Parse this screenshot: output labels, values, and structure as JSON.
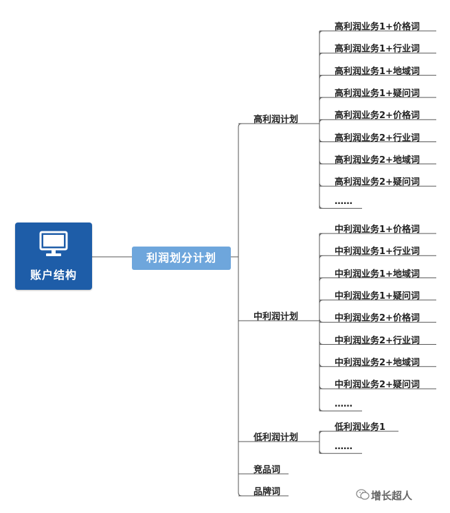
{
  "root": {
    "label": "账户结构",
    "icon": "monitor-icon",
    "color": "#1e5da8"
  },
  "center": {
    "label": "利润划分计划",
    "color": "#6ea6dc"
  },
  "branches": [
    {
      "label": "高利润计划",
      "children": [
        "高利润业务1+价格词",
        "高利润业务1+行业词",
        "高利润业务1+地域词",
        "高利润业务1+疑问词",
        "高利润业务2+价格词",
        "高利润业务2+行业词",
        "高利润业务2+地域词",
        "高利润业务2+疑问词",
        "……"
      ]
    },
    {
      "label": "中利润计划",
      "children": [
        "中利润业务1+价格词",
        "中利润业务1+行业词",
        "中利润业务1+地域词",
        "中利润业务1+疑问词",
        "中利润业务2+价格词",
        "中利润业务2+行业词",
        "中利润业务2+地域词",
        "中利润业务2+疑问词",
        "……"
      ]
    },
    {
      "label": "低利润计划",
      "children": [
        "低利润业务1",
        "……"
      ]
    },
    {
      "label": "竞品词",
      "children": []
    },
    {
      "label": "品牌词",
      "children": []
    }
  ],
  "watermark": {
    "text": "增长超人",
    "icon": "wechat-icon"
  }
}
